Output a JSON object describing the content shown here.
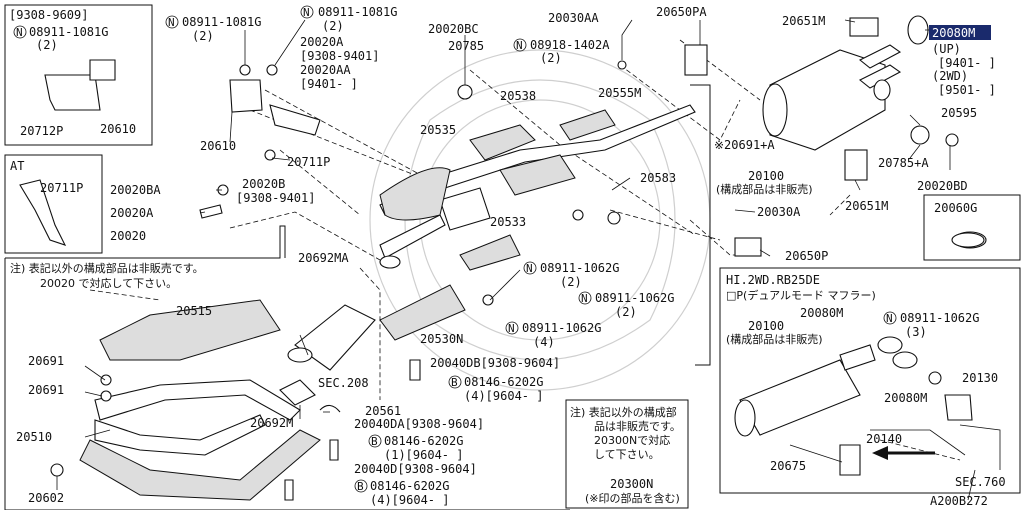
{
  "diagram": {
    "ref_code": "A200B272",
    "highlighted_part": "20080M",
    "labels": {
      "tl_date": "[9308-9609]",
      "tl_n1": "08911-1081G",
      "tl_n1q": "(2)",
      "p20712P": "20712P",
      "p20610a": "20610",
      "n_08911_1081G_a": "08911-1081G",
      "n_08911_1081G_a_q": "(2)",
      "n_08911_1081G_b": "08911-1081G",
      "n_08911_1081G_b_q": "(2)",
      "p20020A": "20020A",
      "d_9308_9401": "[9308-9401]",
      "p20020AA": "20020AA",
      "d_9401": "[9401-    ]",
      "p20610b": "20610",
      "p20711P_b": "20711P",
      "p20020B": "20020B",
      "d_9308_9401b": "[9308-9401]",
      "p20020BC": "20020BC",
      "p20785": "20785",
      "p20030AA": "20030AA",
      "p20650PA": "20650PA",
      "n_08918_1402A": "08918-1402A",
      "n_08918_q": "(2)",
      "p20651M_a": "20651M",
      "p20080M_a": "20080M",
      "up": "(UP)",
      "d_9401_b": "[9401-    ]",
      "twowd": "(2WD)",
      "d_9501": "[9501-    ]",
      "p20595": "20595",
      "p20691A": "※20691+A",
      "p20100a": "20100",
      "kousei_a": "(構成部品は非販売)",
      "p20785A": "20785+A",
      "p20020BD": "20020BD",
      "p20651M_b": "20651M",
      "p20060G": "20060G",
      "p20538": "20538",
      "p20555M": "20555M",
      "p20535": "20535",
      "p20583": "20583",
      "p20030A": "20030A",
      "p20650P": "20650P",
      "p20533": "20533",
      "n_08911_1062G_a": "08911-1062G",
      "n_1062_a_q": "(2)",
      "n_08911_1062G_b": "08911-1062G",
      "n_1062_b_q": "(2)",
      "n_08911_1062G_c": "08911-1062G",
      "n_1062_c_q": "(4)",
      "p20692MA": "20692MA",
      "p20530N": "20530N",
      "at": "AT",
      "p20711P_a": "20711P",
      "p20020BA": "20020BA",
      "p20020A_b": "20020A",
      "p20020": "20020",
      "note1a": "注) 表記以外の構成部品は非販売です。",
      "note1b": "20020 で対応して下さい。",
      "p20515": "20515",
      "p20691_a": "20691",
      "p20691_b": "20691",
      "p20510": "20510",
      "p20602": "20602",
      "p20692M": "20692M",
      "sec208": "SEC.208",
      "p20040DB": "20040DB[9308-9604]",
      "b_08146_a": "08146-6202G",
      "b_08146_a_q": "(4)[9604-    ]",
      "p20561": "20561",
      "p20040DA": "20040DA[9308-9604]",
      "b_08146_b": "08146-6202G",
      "b_08146_b_q": "(1)[9604-    ]",
      "p20040D": "20040D[9308-9604]",
      "b_08146_c": "08146-6202G",
      "b_08146_c_q": "(4)[9604-    ]",
      "note2a": "注) 表記以外の構成部",
      "note2b": "品は非販売です。",
      "note2c": "20300Nで対応",
      "note2d": "して下さい。",
      "p20300N": "20300N",
      "p20300N_note": "(※印の部品を含む)",
      "hi_title": "HI.2WD.RB25DE",
      "hi_sub": "□P(デュアルモード  マフラー)",
      "hi_p20100": "20100",
      "hi_kousei": "(構成部品は非販売)",
      "hi_p20080M_a": "20080M",
      "hi_n_08911": "08911-1062G",
      "hi_n_q": "(3)",
      "hi_p20130": "20130",
      "hi_p20080M_b": "20080M",
      "hi_p20140": "20140",
      "hi_p20675": "20675",
      "hi_sec760": "SEC.760"
    }
  }
}
